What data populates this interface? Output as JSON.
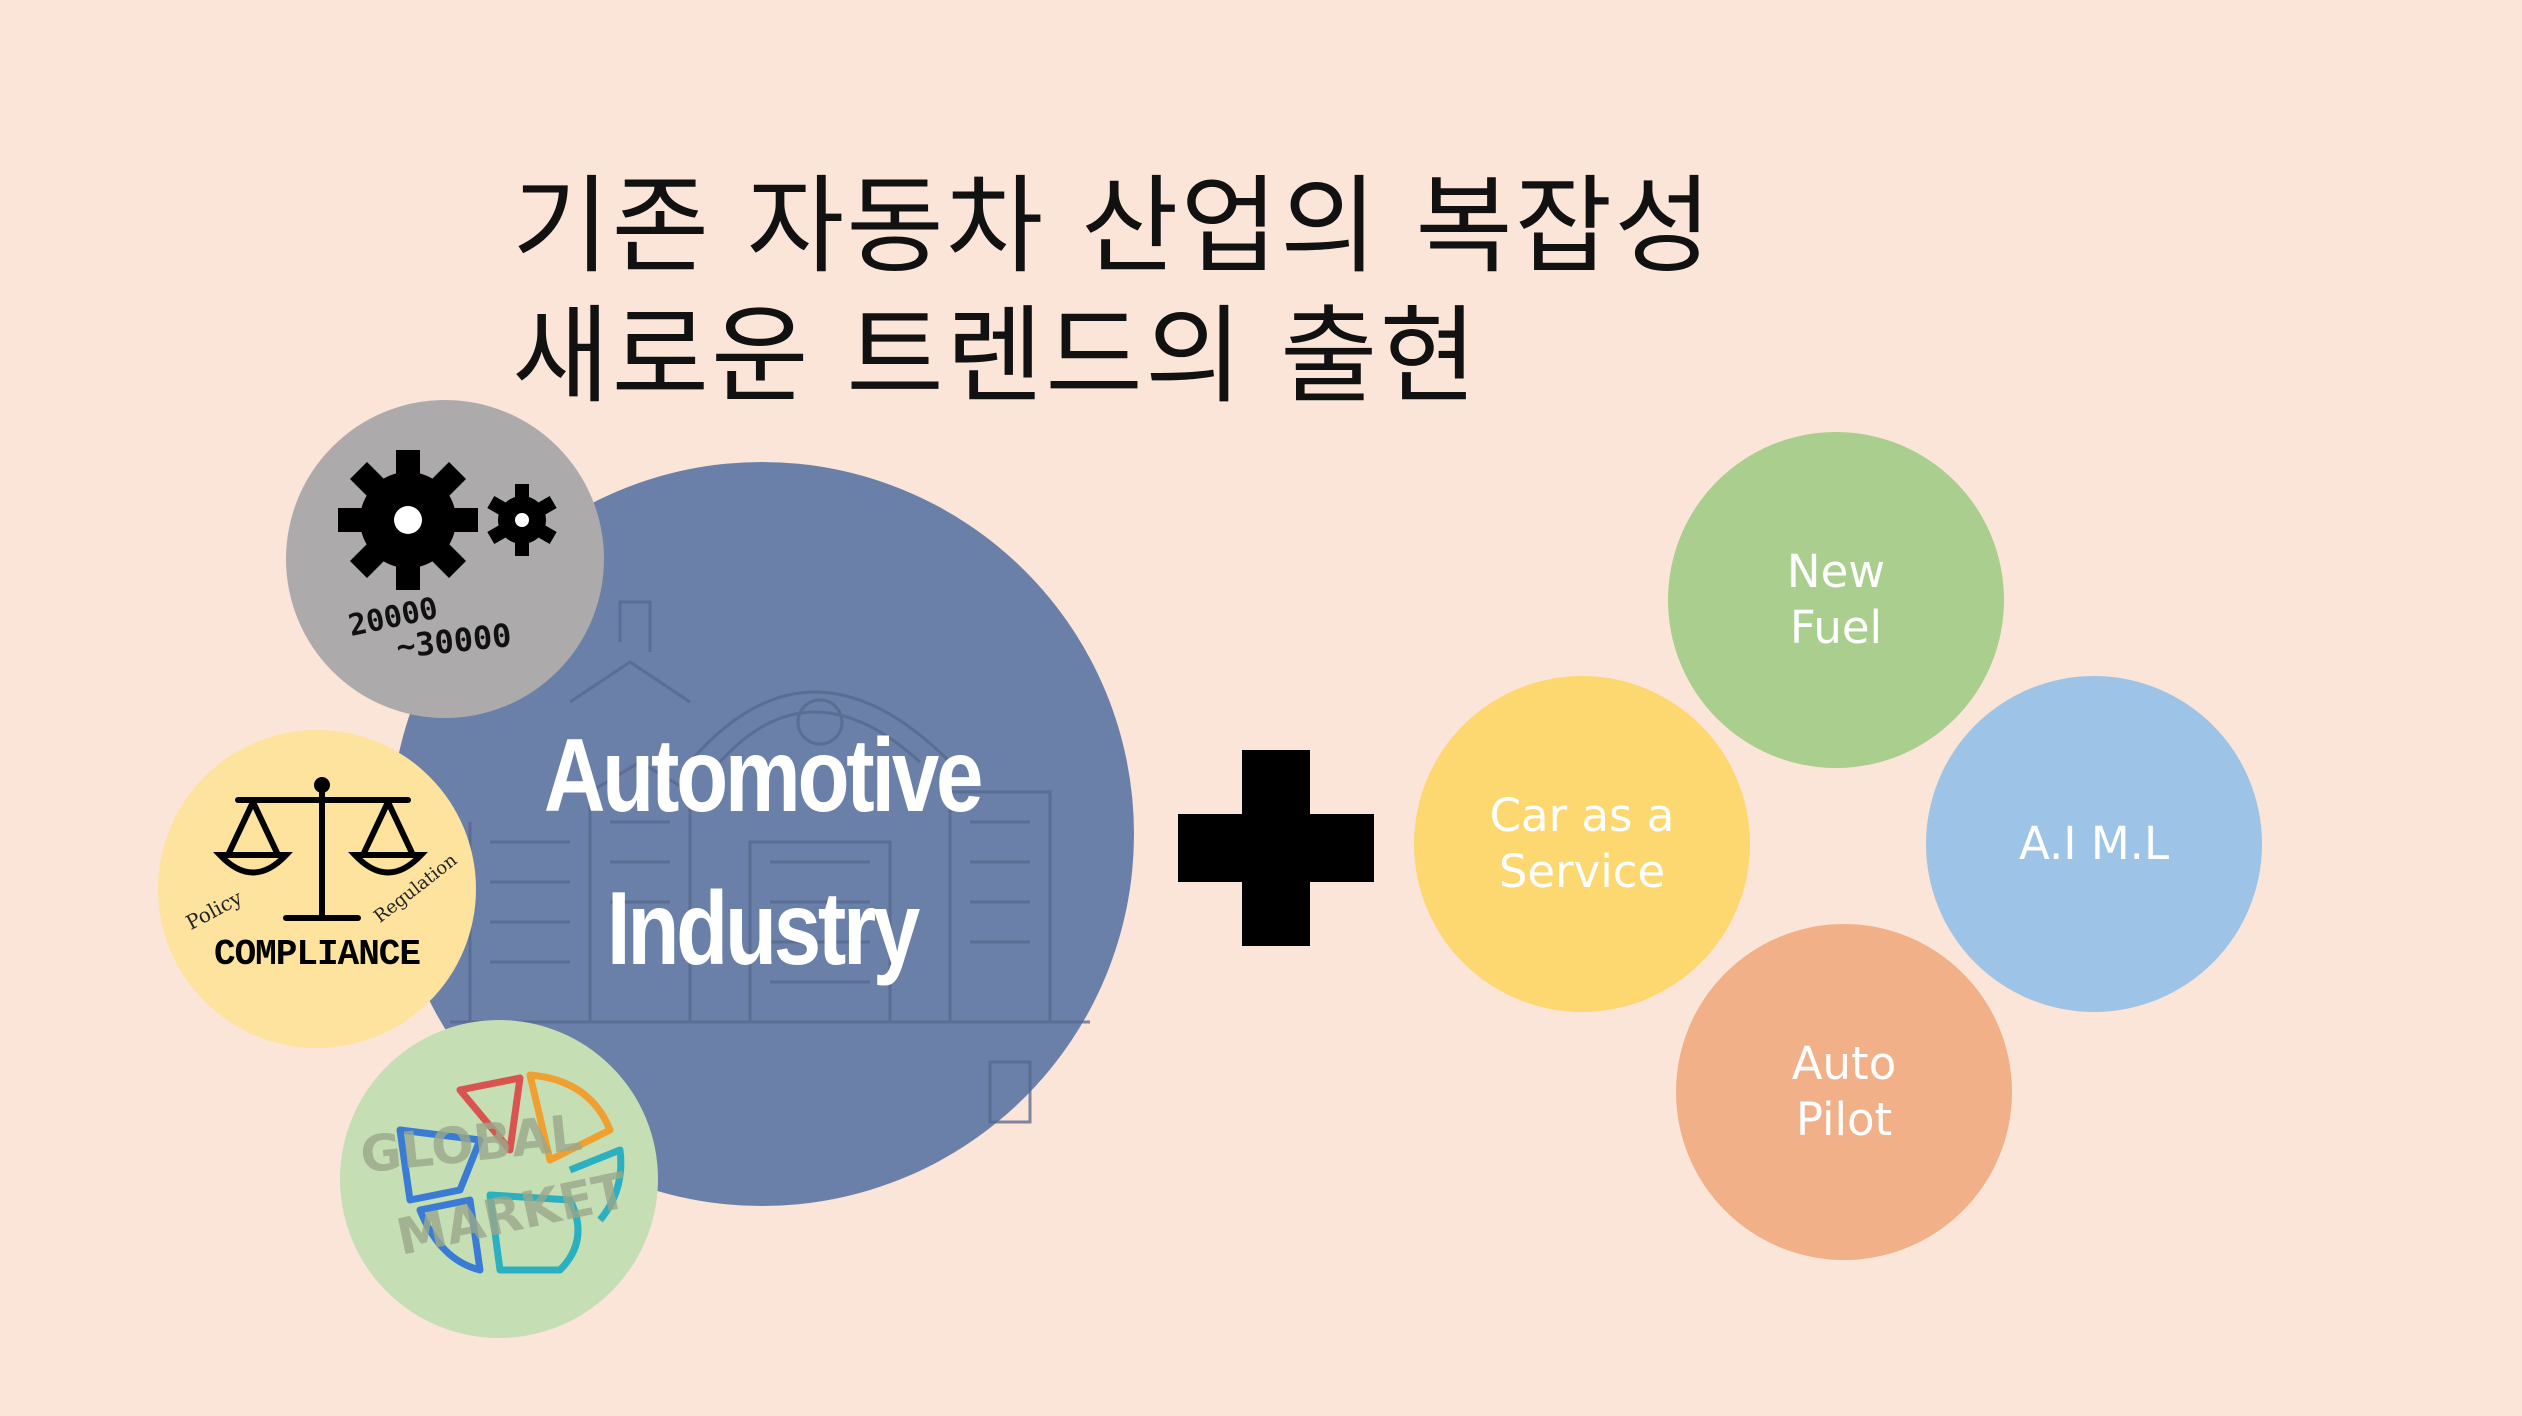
{
  "title": {
    "line1": "기존 자동차 산업의 복잡성",
    "line2": "새로운 트렌드의 출현"
  },
  "core": {
    "line1": "Automotive",
    "line2": "Industry",
    "color": "#6a80a9"
  },
  "badges": {
    "parts": {
      "range_top": "20000",
      "range_bottom": "~30000",
      "color": "#acaaaa"
    },
    "compliance": {
      "label": "COMPLIANCE",
      "left_word": "Policy",
      "right_word": "Regulation",
      "color": "#fde39d"
    },
    "market": {
      "word1": "GLOBAL",
      "word2": "MARKET",
      "color": "#c6deb3"
    }
  },
  "operator": {
    "symbol": "plus-icon"
  },
  "trends": [
    {
      "key": "fuel",
      "line1": "New",
      "line2": "Fuel",
      "color": "#a9ce8d"
    },
    {
      "key": "service",
      "line1": "Car as a",
      "line2": "Service",
      "color": "#fdd870"
    },
    {
      "key": "ai",
      "line1": "A.I M.L",
      "line2": "",
      "color": "#9dc3e6"
    },
    {
      "key": "autopilot",
      "line1": "Auto",
      "line2": "Pilot",
      "color": "#f2b088"
    }
  ]
}
